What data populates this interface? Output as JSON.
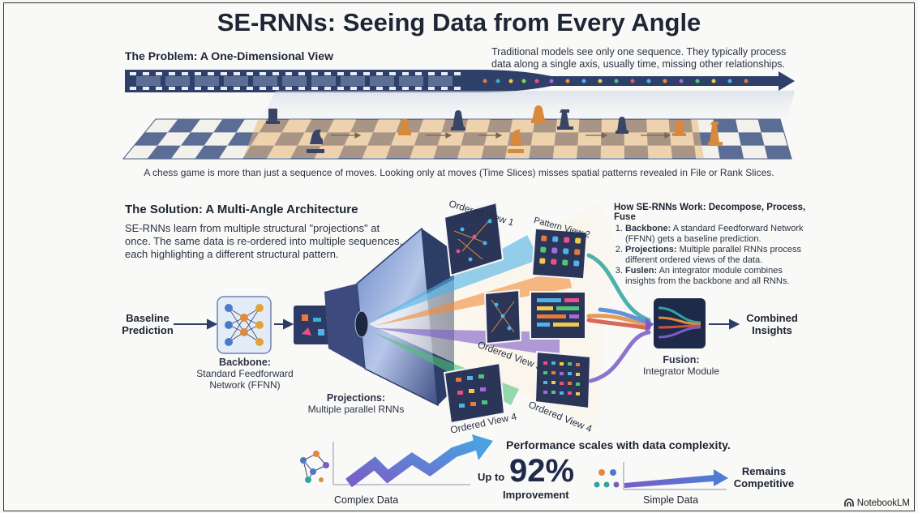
{
  "title": "SE-RNNs: Seeing Data from Every Angle",
  "problem": {
    "heading": "The Problem: A One-Dimensional View",
    "description": "Traditional models see only one sequence. They typically process data along a single axis, usually time, missing other relationships.",
    "chess_caption": "A chess game is more than just a sequence of moves. Looking only at moves (Time Slices) misses spatial patterns revealed in File or Rank Slices."
  },
  "solution": {
    "heading": "The Solution: A Multi-Angle Architecture",
    "description": "SE-RNNs learn from multiple structural \"projections\" at once. The same data is re-ordered into multiple sequences, each highlighting a different structural pattern."
  },
  "how": {
    "heading": "How SE-RNNs Work: Decompose, Process, Fuse",
    "steps": [
      {
        "term": "Backbone:",
        "text": " A standard Feedforward Network (FFNN) gets a baseline prediction."
      },
      {
        "term": "Projections:",
        "text": " Multiple parallel RNNs process different ordered views of the data."
      },
      {
        "term": "Fuslen:",
        "text": " An integrator module combines insights from the backbone and all RNNs."
      }
    ]
  },
  "diagram": {
    "baseline": "Baseline Prediction",
    "backbone_title": "Backbone:",
    "backbone_sub": "Standard Feedforward Network (FFNN)",
    "projections_title": "Projections:",
    "projections_sub": "Multiple parallel RNNs",
    "views": [
      "Ordered View 1",
      "Pattern View 2",
      "Ordered View 3",
      "Ordered View 4",
      "Ordered View 4"
    ],
    "fusion_title": "Fusion:",
    "fusion_sub": "Integrator Module",
    "combined": "Combined Insights"
  },
  "performance": {
    "headline": "Performance scales with data complexity.",
    "up_to": "Up to",
    "percent": "92%",
    "improvement": "Improvement",
    "complex_label": "Complex Data",
    "simple_label": "Simple Data",
    "remains": "Remains Competitive"
  },
  "branding": {
    "logo_text": "NotebookLM"
  },
  "colors": {
    "navy": "#2c3e66",
    "accent_blue": "#3a74c2",
    "orange": "#e08b3a",
    "purple": "#7b5cc7",
    "teal": "#2fa5a0"
  }
}
